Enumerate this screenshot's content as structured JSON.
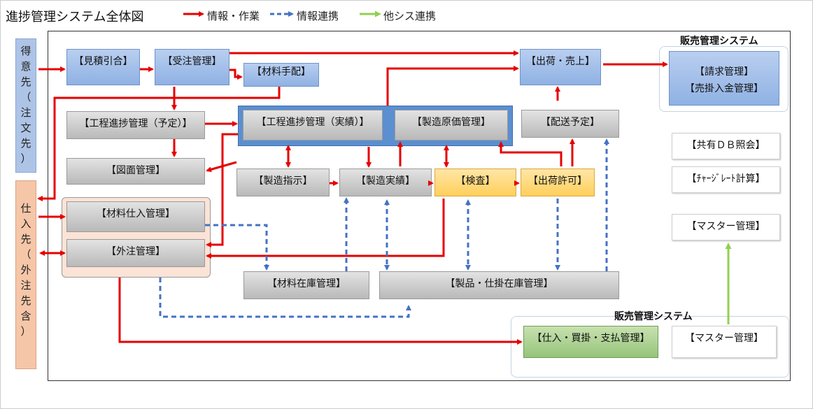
{
  "title": "進捗管理システム全体図",
  "legend": {
    "work_flow": "情報・作業",
    "info_link": "情報連携",
    "other_link": "他シス連携"
  },
  "colors": {
    "work_flow": "#e60000",
    "info_link": "#4472c4",
    "other_link": "#92d050"
  },
  "side": {
    "customer": [
      "得",
      "意",
      "先",
      "（",
      "注",
      "文",
      "先",
      "）"
    ],
    "supplier": [
      "仕",
      "入",
      "先",
      "（",
      "外",
      "注",
      "先",
      "含",
      "）"
    ]
  },
  "sections": {
    "sales_top": "販売管理システム",
    "sales_bottom": "販売管理システム"
  },
  "boxes": {
    "estimate": "【見積引合】",
    "order": "【受注管理】",
    "material_arrange": "【材料手配】",
    "shipping_sales": "【出荷・売上】",
    "billing": "【請求管理】",
    "receivable": "【売掛入金管理】",
    "progress_plan": "【工程進捗管理（予定）】",
    "progress_actual": "【工程進捗管理（実績）】",
    "cost": "【製造原価管理】",
    "delivery_plan": "【配送予定】",
    "drawing": "【図面管理】",
    "mfg_instruction": "【製造指示】",
    "mfg_actual": "【製造実績】",
    "inspection": "【検査】",
    "ship_permit": "【出荷許可】",
    "material_purchase": "【材料仕入管理】",
    "outsourcing": "【外注管理】",
    "material_stock": "【材料在庫管理】",
    "product_stock": "【製品・仕掛在庫管理】",
    "purchase_payment": "【仕入・買掛・支払管理】",
    "master_bottom": "【マスター管理】",
    "shared_db": "【共有ＤＢ照会】",
    "charge_rate": "【ﾁｬｰｼﾞﾚｰﾄ計算】",
    "master_right": "【マスター管理】"
  }
}
